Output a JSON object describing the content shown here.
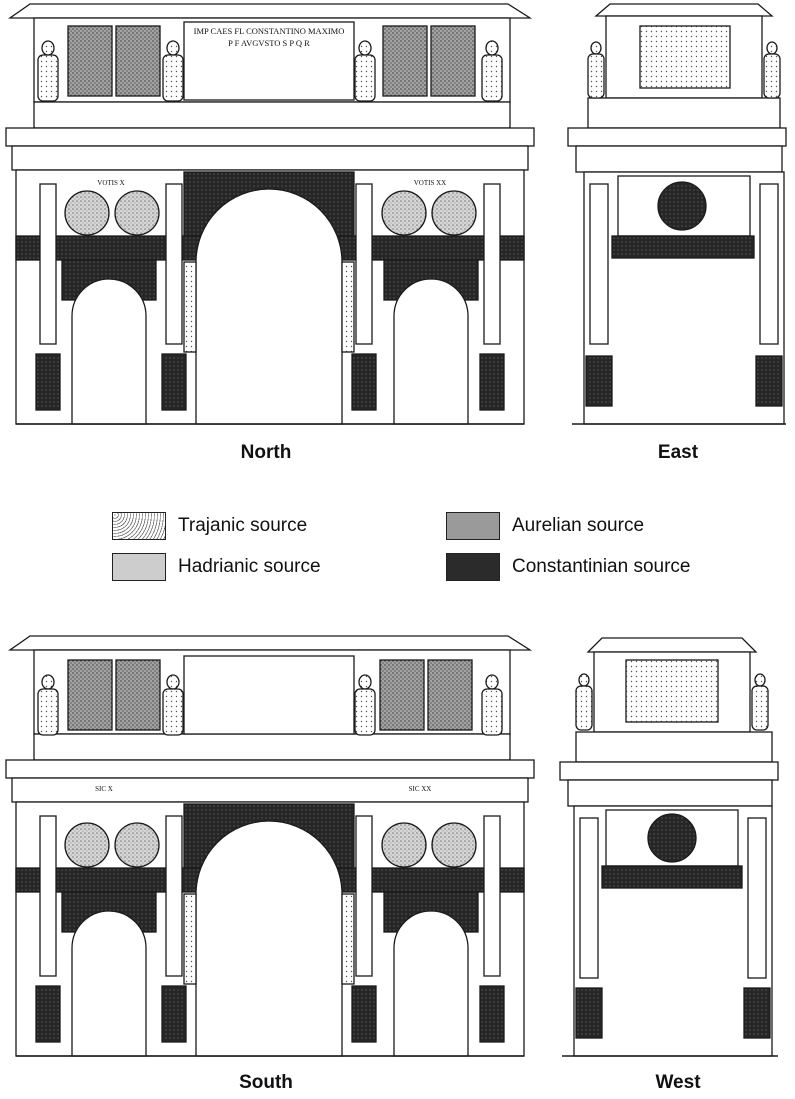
{
  "elevations": {
    "north": {
      "label": "North",
      "inscription_line1": "IMP CAES FL CONSTANTINO MAXIMO",
      "inscription_line2": "P F AVGVSTO   S P Q R",
      "left_text": "VOTIS X",
      "right_text": "VOTIS XX"
    },
    "east": {
      "label": "East"
    },
    "south": {
      "label": "South",
      "left_text": "SIC X",
      "right_text": "SIC XX"
    },
    "west": {
      "label": "West"
    }
  },
  "legend": {
    "trajanic": "Trajanic source",
    "aurelian": "Aurelian source",
    "hadrianic": "Hadrianic source",
    "constantinian": "Constantinian source"
  },
  "colors": {
    "line": "#1a1a1a",
    "trajanic_fill": "#f1f1f1",
    "hadrianic_fill": "#c9c9c9",
    "aurelian_fill": "#9a9a9a",
    "constantinian_fill": "#2b2b2b",
    "background": "#ffffff"
  }
}
